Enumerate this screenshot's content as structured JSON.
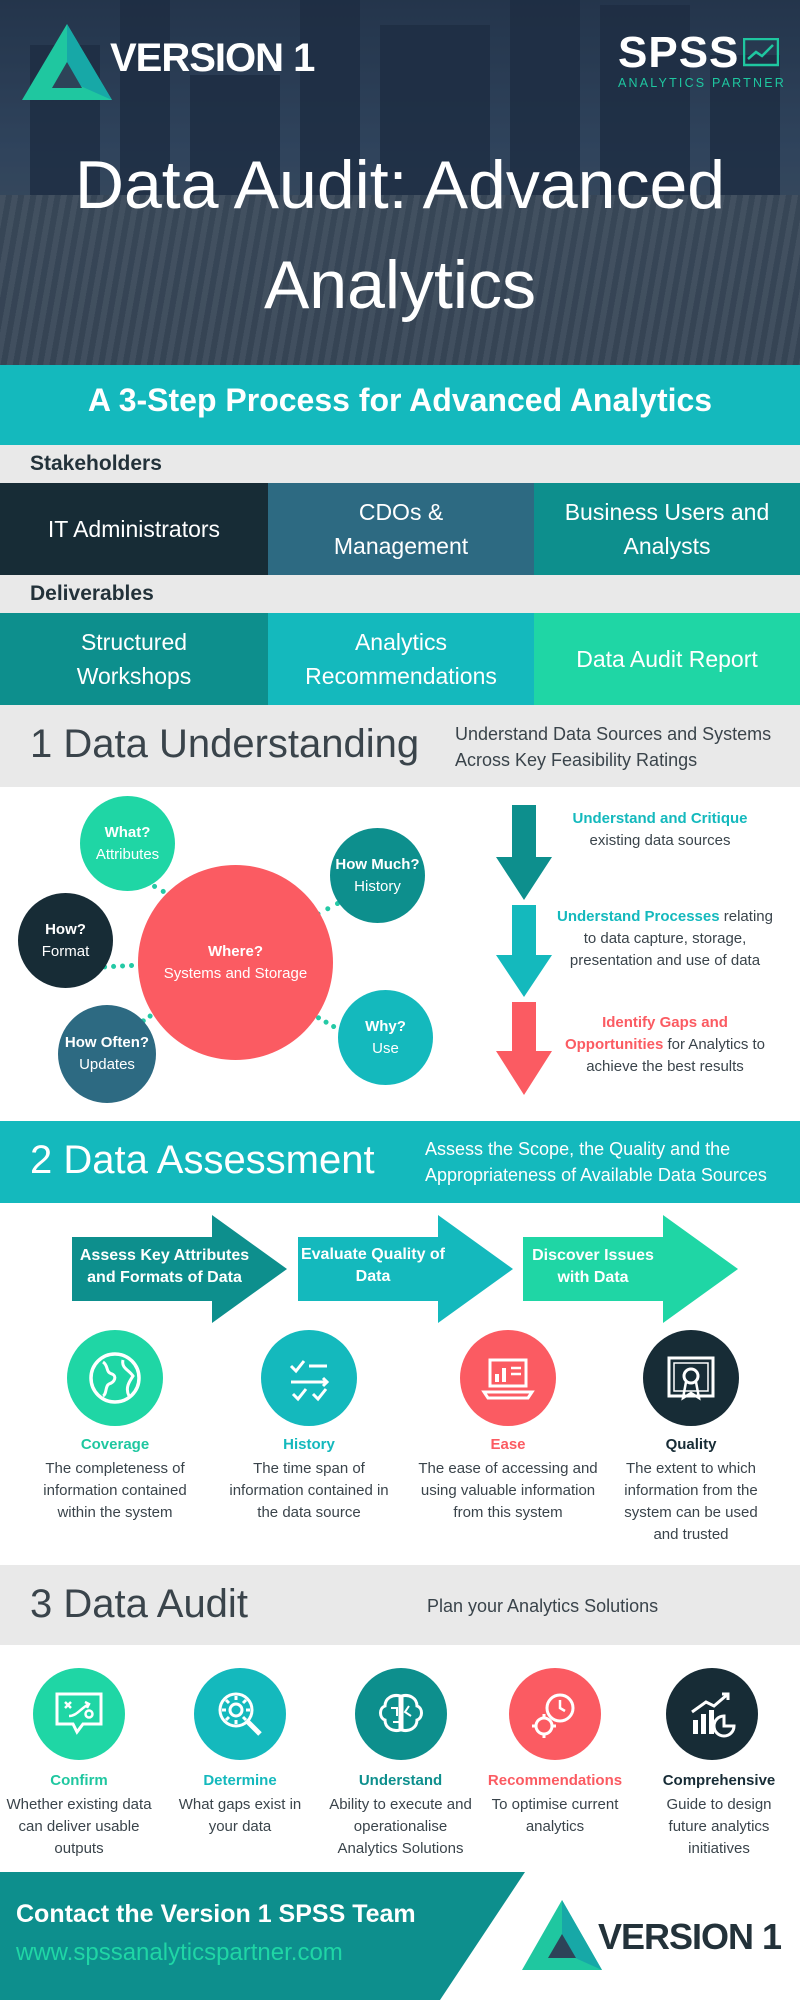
{
  "header": {
    "brand_left": "VERSION 1",
    "brand_right": "SPSS",
    "brand_right_sub": "ANALYTICS PARTNER",
    "title_line1": "Data Audit: Advanced",
    "title_line2": "Analytics"
  },
  "banner": {
    "text": "A 3-Step Process for Advanced Analytics"
  },
  "stakeholders": {
    "label": "Stakeholders",
    "items": [
      "IT Administrators",
      "CDOs & Management",
      "Business Users and Analysts"
    ]
  },
  "deliverables": {
    "label": "Deliverables",
    "items": [
      "Structured Workshops",
      "Analytics Recommendations",
      "Data Audit Report"
    ]
  },
  "section1": {
    "title": "1 Data Understanding",
    "subtitle": "Understand Data Sources and Systems Across Key Feasibility Ratings",
    "center": {
      "title": "Where?",
      "sub": "Systems and Storage"
    },
    "nodes": [
      {
        "title": "What?",
        "sub": "Attributes"
      },
      {
        "title": "How Much?",
        "sub": "History"
      },
      {
        "title": "How?",
        "sub": "Format"
      },
      {
        "title": "How Often?",
        "sub": "Updates"
      },
      {
        "title": "Why?",
        "sub": "Use"
      }
    ],
    "steps": [
      {
        "highlight": "Understand and Critique",
        "rest": " existing data sources"
      },
      {
        "highlight": "Understand Processes",
        "rest": " relating to data capture, storage, presentation and use of data"
      },
      {
        "highlight": "Identify Gaps and Opportunities",
        "rest": " for Analytics to achieve the best results"
      }
    ]
  },
  "section2": {
    "title": "2 Data Assessment",
    "subtitle": "Assess the Scope, the Quality and the Appropriateness of Available Data Sources",
    "arrows": [
      "Assess Key Attributes and Formats of Data",
      "Evaluate Quality of Data",
      "Discover Issues with Data"
    ],
    "items": [
      {
        "title": "Coverage",
        "desc": "The completeness of information contained within the system",
        "icon": "globe-icon"
      },
      {
        "title": "History",
        "desc": "The time span of information contained in the data source",
        "icon": "checklist-icon"
      },
      {
        "title": "Ease",
        "desc": "The ease of accessing and using valuable information from this system",
        "icon": "laptop-chart-icon"
      },
      {
        "title": "Quality",
        "desc": "The extent to which information from the system can be used and trusted",
        "icon": "certificate-icon"
      }
    ]
  },
  "section3": {
    "title": "3 Data Audit",
    "subtitle": "Plan your Analytics Solutions",
    "items": [
      {
        "title": "Confirm",
        "desc": "Whether existing data can deliver usable outputs",
        "icon": "strategy-board-icon"
      },
      {
        "title": "Determine",
        "desc": "What gaps exist in your data",
        "icon": "gear-search-icon"
      },
      {
        "title": "Understand",
        "desc": "Ability to execute and operationalise Analytics Solutions",
        "icon": "brain-icon"
      },
      {
        "title": "Recommendations",
        "desc": "To optimise current analytics",
        "icon": "clock-gear-icon"
      },
      {
        "title": "Comprehensive",
        "desc": "Guide to design future analytics initiatives",
        "icon": "growth-chart-icon"
      }
    ]
  },
  "footer": {
    "contact": "Contact the Version 1 SPSS Team",
    "url": "www.spssanalyticspartner.com",
    "brand": "VERSION 1"
  },
  "colors": {
    "teal": "#14b9bd",
    "dark": "#172c36",
    "green": "#1fd6a5",
    "coral": "#fb5b62",
    "slate": "#2d6a82"
  }
}
